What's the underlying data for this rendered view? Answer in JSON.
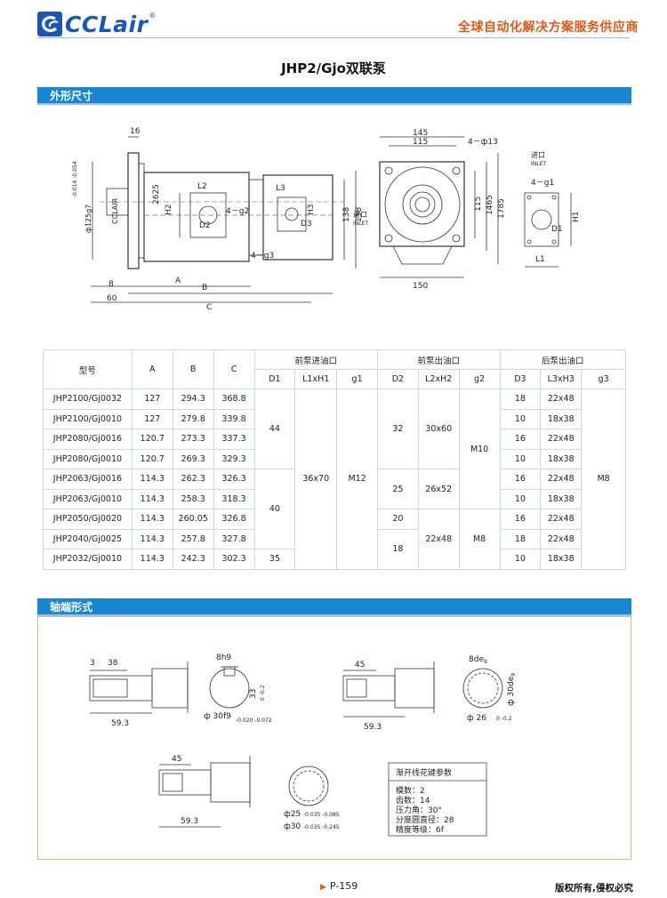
{
  "header": {
    "logo_text": "CCLair",
    "logo_reg": "®",
    "tagline": "全球自动化解决方案服务供应商"
  },
  "title": "JHP2/Gjo双联泵",
  "sections": {
    "dimensions": "外形尺寸",
    "shaft": "轴端形式"
  },
  "drawing_labels": {
    "d16": "16",
    "d2625": "2625",
    "h2": "H2",
    "l2": "L2",
    "g2": "4－g2",
    "dd2": "D2",
    "l3": "L3",
    "h3": "H3",
    "dd3": "D3",
    "g3": "4－g3",
    "d138": "138",
    "d158": "158",
    "dA": "A",
    "dB": "B",
    "dC": "C",
    "d8": "8",
    "d60": "60",
    "shaft_dia": "ф125g7",
    "shaft_tol": "-0.014 -0.054",
    "cclair": "CCLAIR",
    "d145": "145",
    "d115t": "115",
    "phi13": "4－ф13",
    "d115s": "115",
    "d1465": "1465",
    "d1785": "1785",
    "d150": "150",
    "inlet_cn": "进口",
    "inlet_en": "INLET",
    "g1": "4－g1",
    "dd1": "D1",
    "h1": "H1",
    "l1": "L1"
  },
  "table": {
    "headers": {
      "model": "型号",
      "A": "A",
      "B": "B",
      "C": "C",
      "front_in": "前泵进油口",
      "front_out": "前泵出油口",
      "rear_out": "后泵出油口",
      "D1": "D1",
      "L1xH1": "L1xH1",
      "g1": "g1",
      "D2": "D2",
      "L2xH2": "L2xH2",
      "g2": "g2",
      "D3": "D3",
      "L3xH3": "L3xH3",
      "g3": "g3"
    },
    "rows": [
      {
        "model": "JHP2100/Gj0032",
        "A": "127",
        "B": "294.3",
        "C": "368.8",
        "D3": "18",
        "L3xH3": "22x48"
      },
      {
        "model": "JHP2100/Gj0010",
        "A": "127",
        "B": "279.8",
        "C": "339.8",
        "D3": "10",
        "L3xH3": "18x38"
      },
      {
        "model": "JHP2080/Gj0016",
        "A": "120.7",
        "B": "273.3",
        "C": "337.3",
        "D3": "16",
        "L3xH3": "22x48"
      },
      {
        "model": "JHP2080/Gj0010",
        "A": "120.7",
        "B": "269.3",
        "C": "329.3",
        "D3": "10",
        "L3xH3": "18x38"
      },
      {
        "model": "JHP2063/Gj0016",
        "A": "114.3",
        "B": "262.3",
        "C": "326.3",
        "D3": "16",
        "L3xH3": "22x48"
      },
      {
        "model": "JHP2063/Gj0010",
        "A": "114.3",
        "B": "258.3",
        "C": "318.3",
        "D3": "10",
        "L3xH3": "18x38"
      },
      {
        "model": "JHP2050/Gj0020",
        "A": "114.3",
        "B": "260.05",
        "C": "326.8",
        "D3": "16",
        "L3xH3": "22x48"
      },
      {
        "model": "JHP2040/Gj0025",
        "A": "114.3",
        "B": "257.8",
        "C": "327.8",
        "D3": "18",
        "L3xH3": "22x48"
      },
      {
        "model": "JHP2032/Gj0010",
        "A": "114.3",
        "B": "242.3",
        "C": "302.3",
        "D3": "10",
        "L3xH3": "18x38"
      }
    ],
    "merged": {
      "D1_a": "44",
      "D1_b": "40",
      "D1_c": "35",
      "L1xH1": "36x70",
      "g1": "M12",
      "D2_a": "32",
      "D2_b": "25",
      "D2_c": "20",
      "D2_d": "18",
      "L2xH2_a": "30x60",
      "L2xH2_b": "26x52",
      "L2xH2_c": "22x48",
      "g2_a": "M10",
      "g2_b": "M8",
      "g3": "M8"
    }
  },
  "shaft_labels": {
    "s1_3": "3",
    "s1_38": "38",
    "s1_593": "59.3",
    "s1_8h9": "8h9",
    "s1_33": "33",
    "s1_tol33": "0 -0.2",
    "s1_phi30": "ф 30f9",
    "s1_tol30": "-0.020 -0.072",
    "s2_45": "45",
    "s2_593": "59.3",
    "s2_8de": "8de",
    "s2_8de_sub": "9",
    "s2_phi30": "ф 30de",
    "s2_phi30_sub": "9",
    "s2_phi26": "ф 26",
    "s2_tol26": "0 -0.2",
    "s3_45": "45",
    "s3_593": "59.3",
    "s3_phi25": "ф25",
    "s3_tol25": "-0.035 -0.085",
    "s3_phi30": "ф30",
    "s3_tol30": "-0.035 -0.245",
    "spline_title": "渐开线花键参数",
    "spline_lines": [
      "模数：2",
      "齿数：14",
      "压力角：30°",
      "分度圆直径：28",
      "精度等级：6f"
    ]
  },
  "footer": {
    "page": "P-159",
    "copyright": "版权所有,侵权必究"
  },
  "colors": {
    "brand_blue": "#1a57b5",
    "section_blue": "#1a86d0",
    "accent_orange": "#e0581a"
  }
}
